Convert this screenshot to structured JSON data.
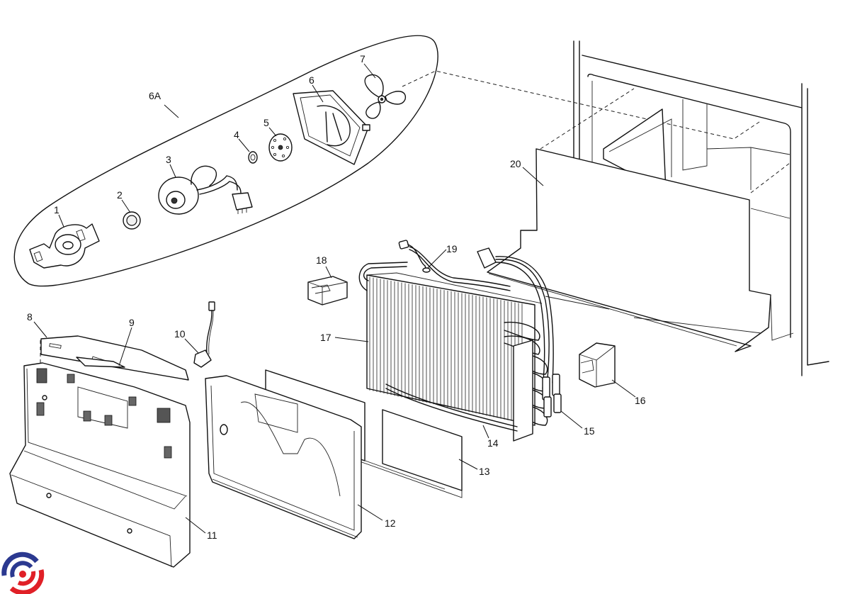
{
  "diagram": {
    "title": "Refrigerator evaporator and fan assembly – exploded parts view",
    "group_label": "6A",
    "callouts": [
      {
        "id": "1",
        "label": "1"
      },
      {
        "id": "2",
        "label": "2"
      },
      {
        "id": "3",
        "label": "3"
      },
      {
        "id": "4",
        "label": "4"
      },
      {
        "id": "5",
        "label": "5"
      },
      {
        "id": "6",
        "label": "6"
      },
      {
        "id": "6A",
        "label": "6A"
      },
      {
        "id": "7",
        "label": "7"
      },
      {
        "id": "8",
        "label": "8"
      },
      {
        "id": "9",
        "label": "9"
      },
      {
        "id": "10",
        "label": "10"
      },
      {
        "id": "11",
        "label": "11"
      },
      {
        "id": "12",
        "label": "12"
      },
      {
        "id": "13",
        "label": "13"
      },
      {
        "id": "14",
        "label": "14"
      },
      {
        "id": "15",
        "label": "15"
      },
      {
        "id": "16",
        "label": "16"
      },
      {
        "id": "17",
        "label": "17"
      },
      {
        "id": "18",
        "label": "18"
      },
      {
        "id": "19",
        "label": "19"
      },
      {
        "id": "20",
        "label": "20"
      }
    ],
    "logo": {
      "name": "brand-logo",
      "colors": {
        "blue": "#2b3990",
        "red": "#e02027"
      }
    }
  }
}
